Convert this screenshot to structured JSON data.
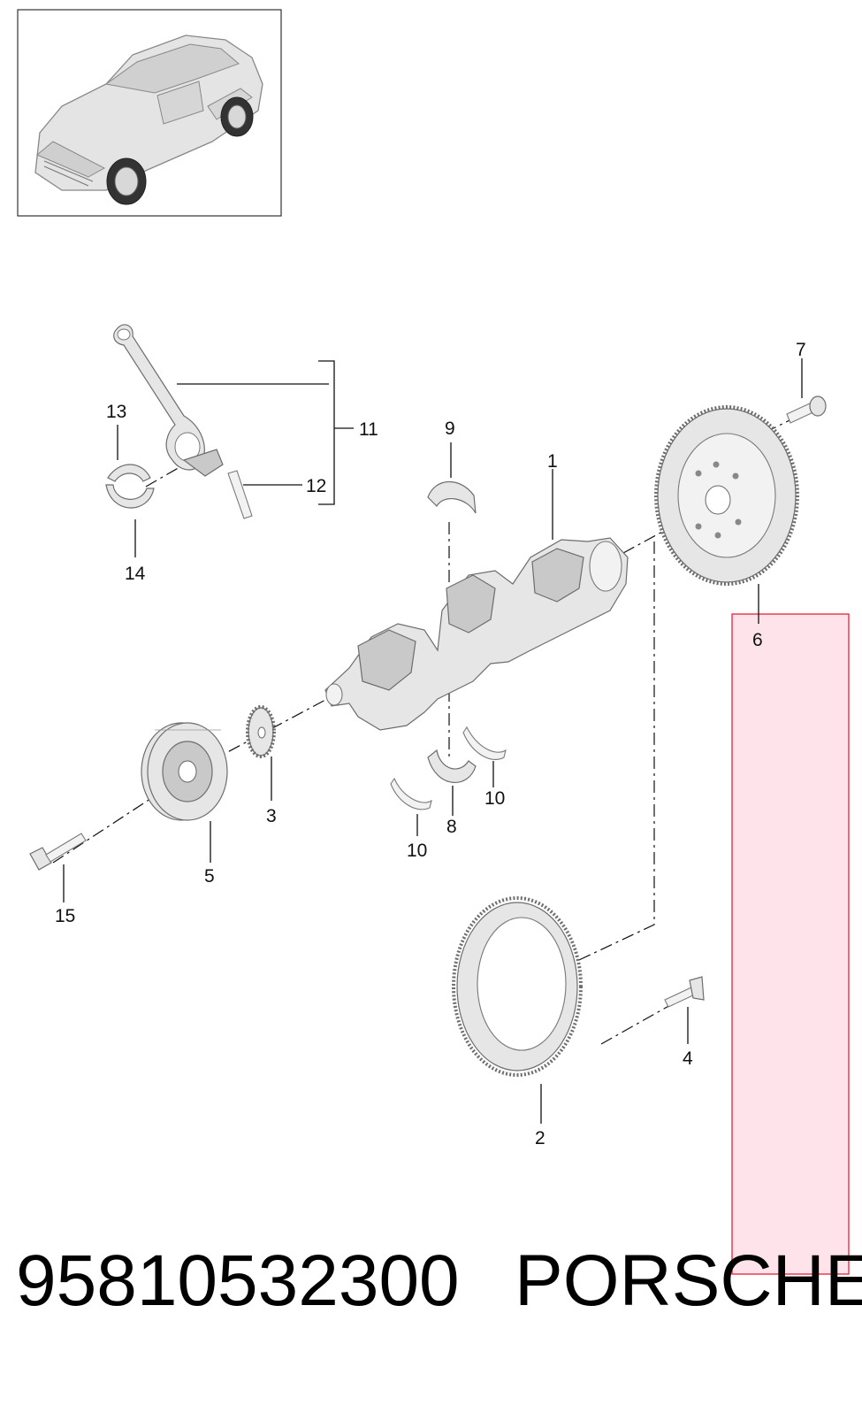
{
  "footer": {
    "part_number": "95810532300",
    "brand": "PORSCHE"
  },
  "callouts": {
    "c1": "1",
    "c2": "2",
    "c3": "3",
    "c4": "4",
    "c5": "5",
    "c6": "6",
    "c7": "7",
    "c8": "8",
    "c9": "9",
    "c10a": "10",
    "c10b": "10",
    "c11": "11",
    "c12": "12",
    "c13": "13",
    "c14": "14",
    "c15": "15"
  },
  "colors": {
    "highlight_fill": "#ffe3ea",
    "highlight_stroke": "#e8213a",
    "part_fill": "#e6e6e6",
    "line": "#111111"
  },
  "icons": {
    "vehicle": "vehicle-thumbnail-icon"
  }
}
